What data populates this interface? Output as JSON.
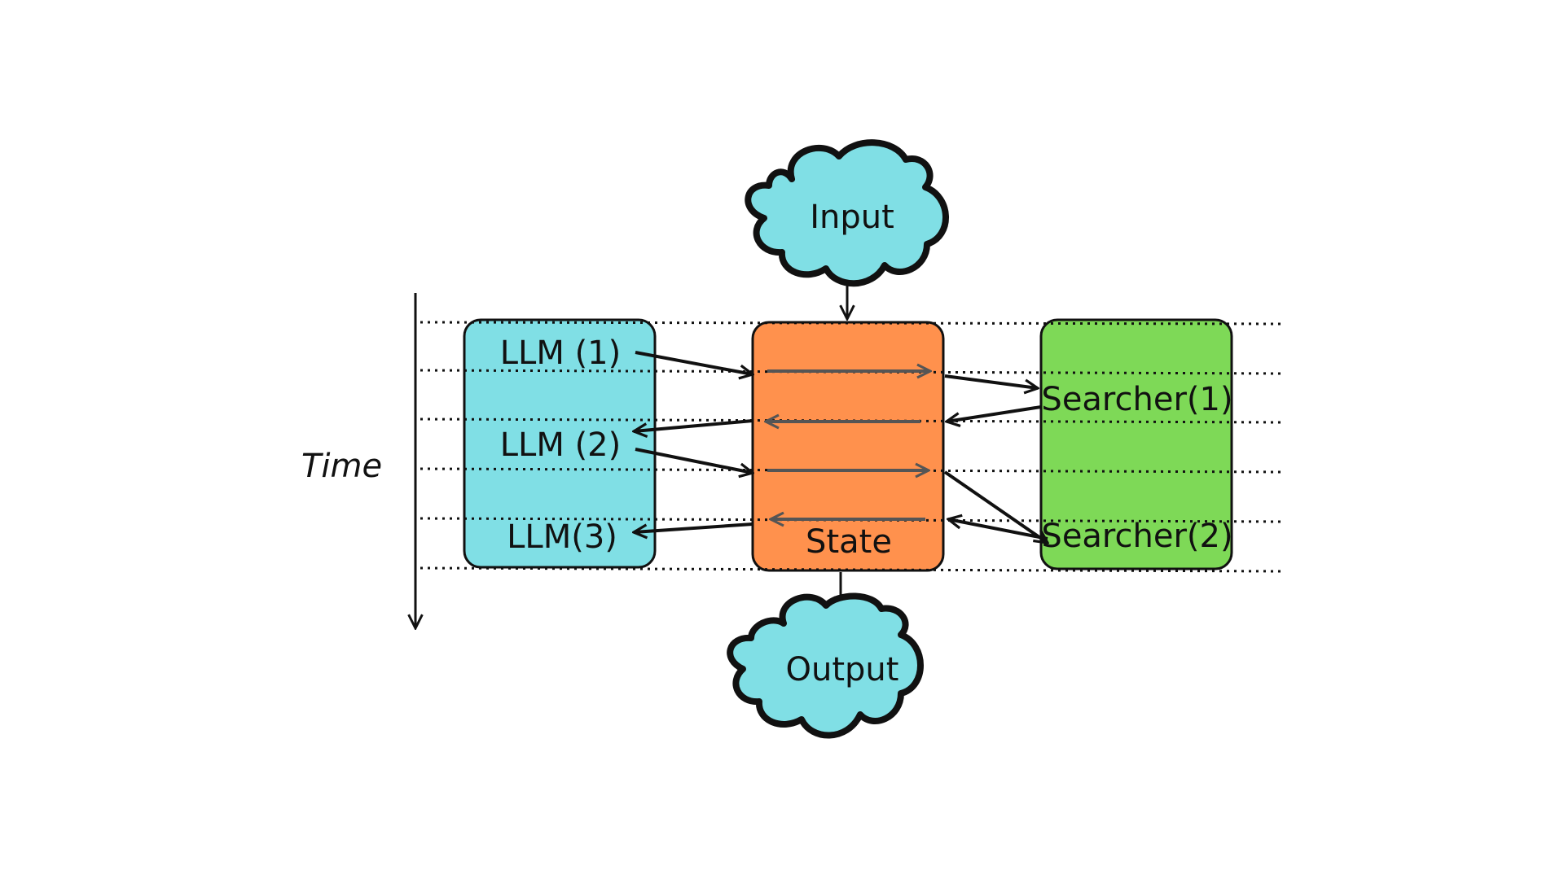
{
  "labels": {
    "time": "Time",
    "input": "Input",
    "output": "Output",
    "state": "State",
    "llm1": "LLM (1)",
    "llm2": "LLM (2)",
    "llm3": "LLM(3)",
    "searcher1": "Searcher(1)",
    "searcher2": "Searcher(2)"
  },
  "colors": {
    "cloud": "#80DFE5",
    "llm_box": "#80DFE5",
    "state_box": "#FF914D",
    "searcher_box": "#7ED957",
    "stroke": "#111111",
    "inner_arrow": "#555555"
  }
}
